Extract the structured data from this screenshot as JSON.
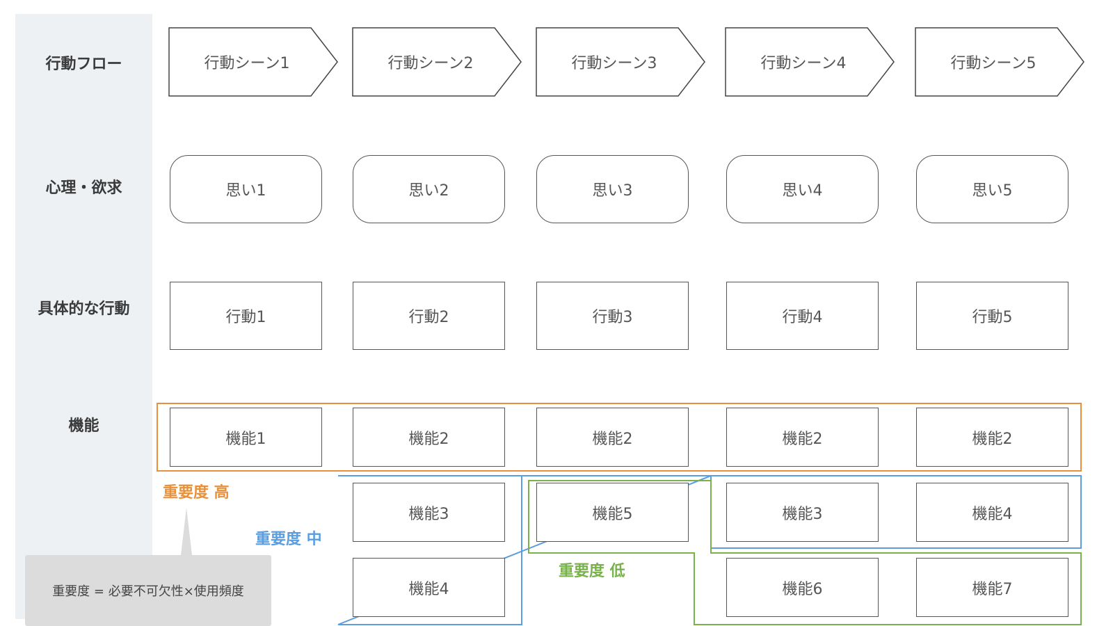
{
  "rows": {
    "flow": "行動フロー",
    "psychology": "心理・欲求",
    "actions": "具体的な行動",
    "features": "機能"
  },
  "scenes": [
    "行動シーン1",
    "行動シーン2",
    "行動シーン3",
    "行動シーン4",
    "行動シーン5"
  ],
  "thoughts": [
    "思い1",
    "思い2",
    "思い3",
    "思い4",
    "思い5"
  ],
  "actions": [
    "行動1",
    "行動2",
    "行動3",
    "行動4",
    "行動5"
  ],
  "features_high": [
    "機能1",
    "機能2",
    "機能2",
    "機能2",
    "機能2"
  ],
  "features_row2": [
    "機能3",
    "機能5",
    "機能3",
    "機能4"
  ],
  "features_row3": [
    "機能4",
    "機能6",
    "機能7"
  ],
  "importance": {
    "high": "重要度 高",
    "mid": "重要度 中",
    "low": "重要度 低",
    "high_color": "#e8903a",
    "mid_color": "#5a9de0",
    "low_color": "#79b14a"
  },
  "note": "重要度 = 必要不可欠性×使用頻度"
}
